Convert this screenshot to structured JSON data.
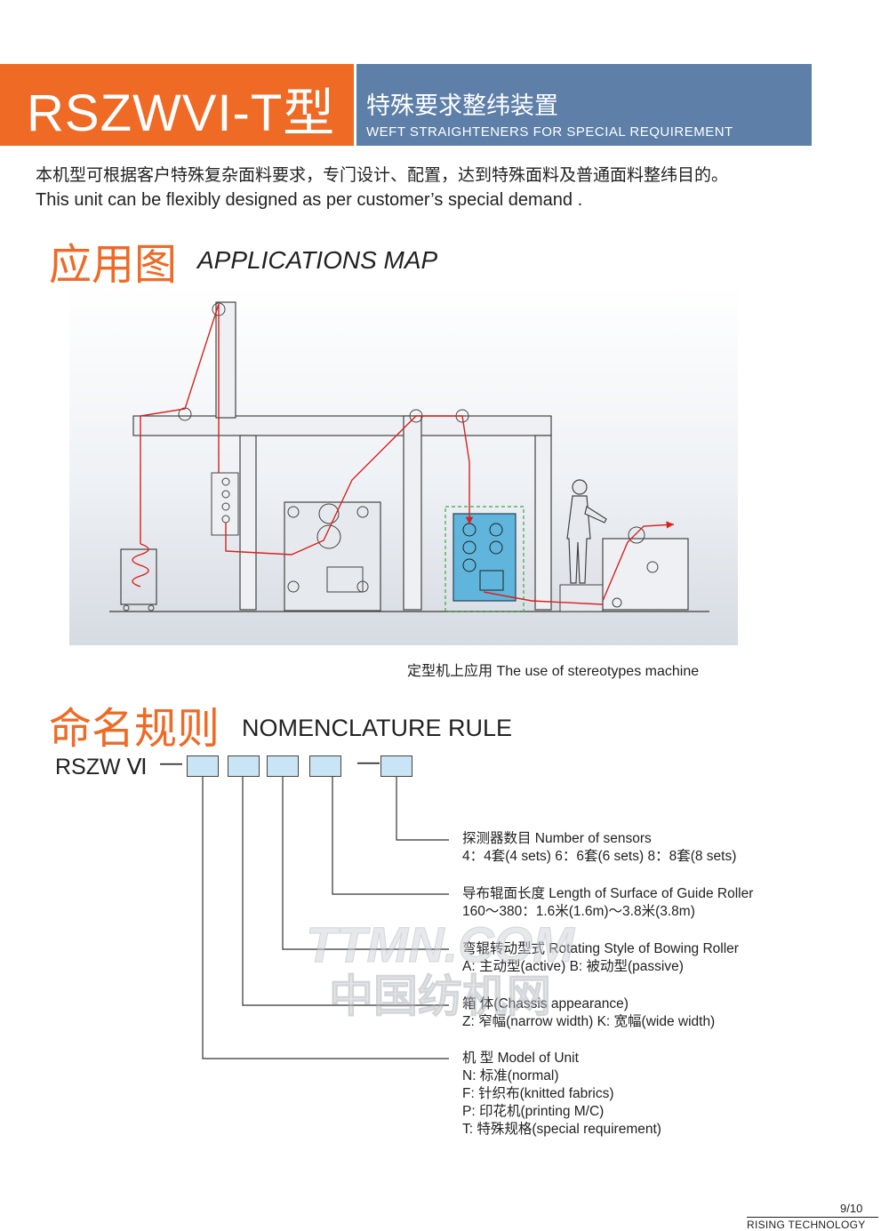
{
  "header": {
    "model": "RSZWVI-T型",
    "series_cn": "特殊要求整纬装置",
    "series_en": "WEFT STRAIGHTENERS FOR SPECIAL REQUIREMENT"
  },
  "intro": {
    "cn": "本机型可根据客户特殊复杂面料要求，专门设计、配置，达到特殊面料及普通面料整纬目的。",
    "en": "This unit can be flexibly designed as per customer’s special demand ."
  },
  "applications": {
    "title_cn": "应用图",
    "title_en": "APPLICATIONS MAP",
    "caption": "定型机上应用 The use of stereotypes machine"
  },
  "nomenclature": {
    "title_cn": "命名规则",
    "title_en": "NOMENCLATURE RULE",
    "code_prefix": "RSZW Ⅵ",
    "code_dash": "—",
    "items": [
      {
        "title": "探测器数目    Number of sensors",
        "lines": [
          "4：4套(4 sets)   6：6套(6 sets)  8：8套(8 sets)"
        ]
      },
      {
        "title": "导布辊面长度  Length of Surface of Guide Roller",
        "lines": [
          "160～380：1.6米(1.6m)～3.8米(3.8m)"
        ]
      },
      {
        "title": "弯辊转动型式  Rotating Style of Bowing Roller",
        "lines": [
          "A: 主动型(active)    B: 被动型(passive)"
        ]
      },
      {
        "title": "箱 体(Chassis appearance)",
        "lines": [
          "Z: 窄幅(narrow width)   K: 宽幅(wide width)"
        ]
      },
      {
        "title": "机 型   Model of Unit",
        "lines": [
          "N: 标准(normal)",
          "F: 针织布(knitted fabrics)",
          "P: 印花机(printing M/C)",
          "T: 特殊规格(special requirement)"
        ]
      }
    ]
  },
  "watermark": {
    "latin": "TTMN.COM",
    "cn": "中国纺机网"
  },
  "footer": {
    "page": "9/10",
    "company": "RISING TECHNOLOGY"
  },
  "colors": {
    "orange": "#ef6a25",
    "blue_band": "#5d7fa8",
    "box_fill": "#c9e5f5",
    "fabric_path": "#d6231f",
    "machine_blue": "#5fb5dc"
  }
}
